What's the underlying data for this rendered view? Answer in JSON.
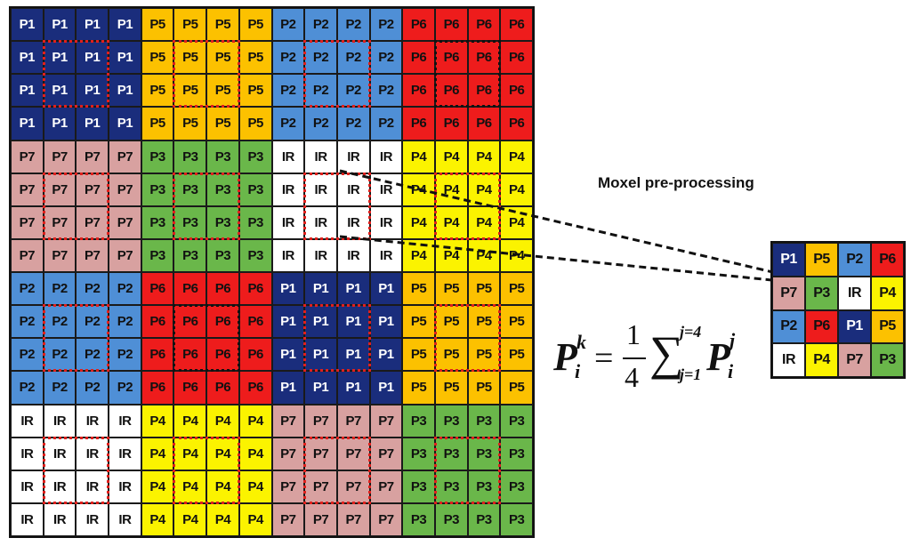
{
  "title": "Moxel pre-processing",
  "colors": {
    "P1": {
      "bg": "#1a2d7c",
      "fg": "#ffffff"
    },
    "P2": {
      "bg": "#4f8fd6",
      "fg": "#111111"
    },
    "P3": {
      "bg": "#6ab74a",
      "fg": "#111111"
    },
    "P4": {
      "bg": "#fbf300",
      "fg": "#111111"
    },
    "P5": {
      "bg": "#fcc100",
      "fg": "#111111"
    },
    "P6": {
      "bg": "#ee1c1c",
      "fg": "#111111"
    },
    "P7": {
      "bg": "#d8a1a0",
      "fg": "#111111"
    },
    "IR": {
      "bg": "#ffffff",
      "fg": "#111111"
    }
  },
  "main_grid": {
    "block_labels": [
      [
        "P1",
        "P5",
        "P2",
        "P6"
      ],
      [
        "P7",
        "P3",
        "IR",
        "P4"
      ],
      [
        "P2",
        "P6",
        "P1",
        "P5"
      ],
      [
        "IR",
        "P4",
        "P7",
        "P3"
      ]
    ],
    "highlight_outline": [
      [
        "red",
        "red",
        "red",
        "black"
      ],
      [
        "red",
        "red",
        "red",
        "red"
      ],
      [
        "red",
        "black",
        "red",
        "red"
      ],
      [
        "red",
        "red",
        "red",
        "red"
      ]
    ]
  },
  "mini_grid": [
    [
      "P1",
      "P5",
      "P2",
      "P6"
    ],
    [
      "P7",
      "P3",
      "IR",
      "P4"
    ],
    [
      "P2",
      "P6",
      "P1",
      "P5"
    ],
    [
      "IR",
      "P4",
      "P7",
      "P3"
    ]
  ],
  "formula": {
    "symbol": "P",
    "subscript": "i",
    "superscript": "k",
    "equals": "=",
    "numerator": "1",
    "denominator": "4",
    "sigma": "∑",
    "upper": "j=4",
    "lower": "j=1",
    "term_symbol": "P",
    "term_subscript": "i",
    "term_superscript": "j"
  }
}
